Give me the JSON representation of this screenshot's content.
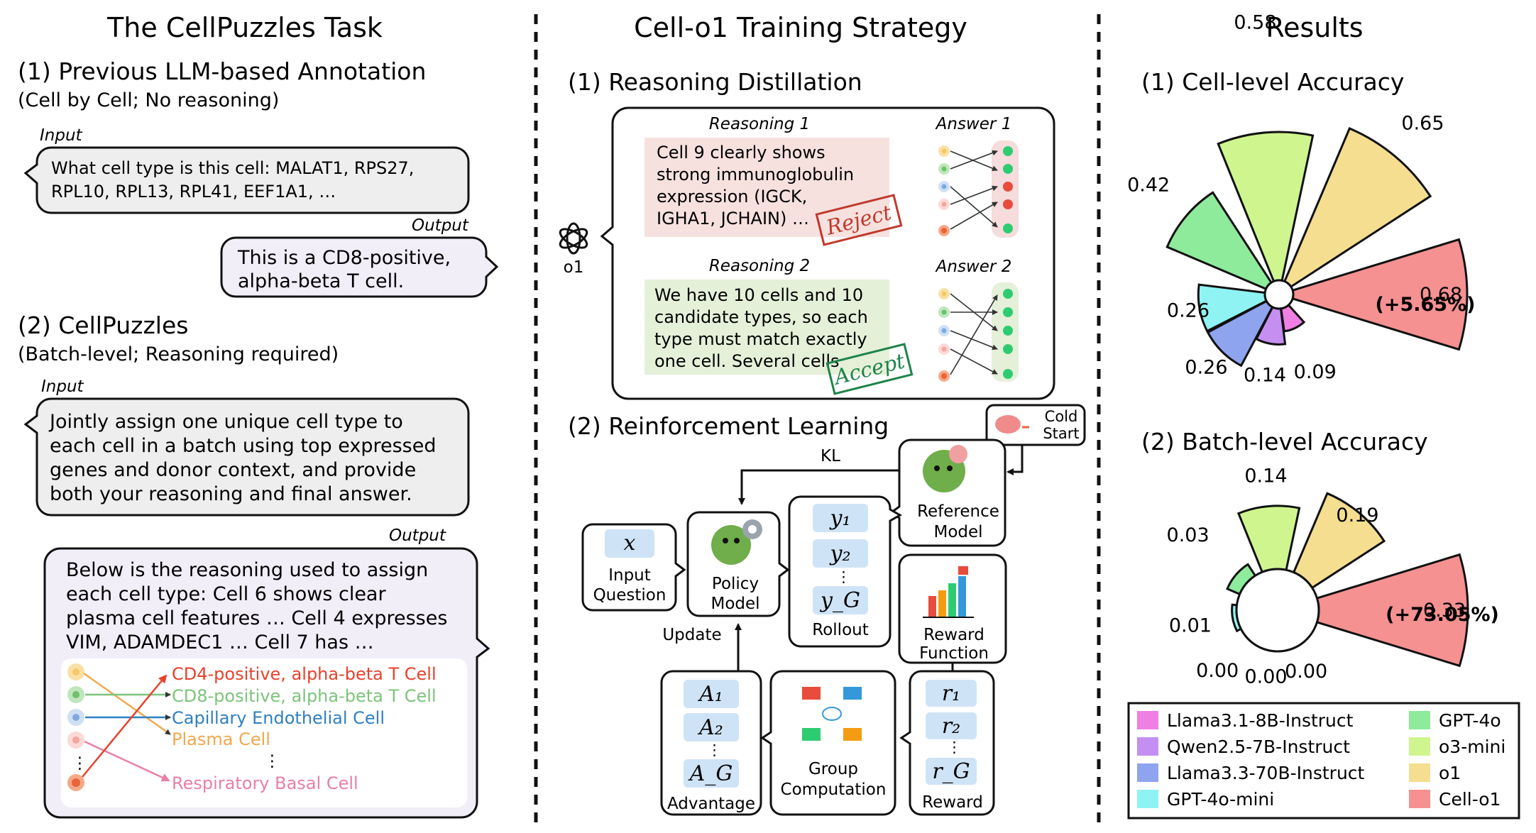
{
  "left": {
    "title": "The CellPuzzles Task",
    "prev_heading": "(1) Previous LLM-based Annotation",
    "prev_sub": "(Cell by Cell; No reasoning)",
    "input_label": "Input",
    "prev_input": [
      "What cell type is this cell: MALAT1, RPS27,",
      "RPL10, RPL13, RPL41, EEF1A1, …"
    ],
    "output_label": "Output",
    "prev_output": [
      "This is a CD8-positive,",
      "alpha-beta T cell."
    ],
    "cp_heading": "(2) CellPuzzles",
    "cp_sub": "(Batch-level; Reasoning required)",
    "cp_input": [
      "Jointly assign one unique cell type to",
      "each cell in a batch using top expressed",
      "genes and donor context, and provide",
      "both your reasoning and final answer."
    ],
    "cp_output": [
      "Below is the reasoning used to assign",
      "each cell type: Cell 6 shows clear",
      "plasma cell features … Cell 4 expresses",
      "VIM, ADAMDEC1 … Cell 7 has …"
    ],
    "cell_types": [
      {
        "text": "CD4-positive, alpha-beta T Cell",
        "color": "#e8412c"
      },
      {
        "text": "CD8-positive, alpha-beta T Cell",
        "color": "#7cc47a"
      },
      {
        "text": "Capillary Endothelial Cell",
        "color": "#2f7fc1"
      },
      {
        "text": "Plasma Cell",
        "color": "#f2a84e"
      },
      {
        "text": "Respiratory Basal Cell",
        "color": "#e87fa6"
      }
    ],
    "ellipsis": "⋮"
  },
  "middle": {
    "title": "Cell-o1 Training Strategy",
    "rd_heading": "(1) Reasoning Distillation",
    "o1_label": "o1",
    "reasoning1_label": "Reasoning 1",
    "answer1_label": "Answer 1",
    "reasoning1": [
      "Cell 9 clearly shows",
      "strong immunoglobulin",
      "expression (IGCK,",
      "IGHA1, JCHAIN) …"
    ],
    "reject": "Reject",
    "reasoning2_label": "Reasoning 2",
    "answer2_label": "Answer 2",
    "reasoning2": [
      "We have 10 cells and 10",
      "candidate types, so each",
      "type must match exactly",
      "one cell. Several cells"
    ],
    "accept": "Accept",
    "rl_heading": "(2) Reinforcement Learning",
    "cold_start": [
      "Cold",
      "Start"
    ],
    "kl": "KL",
    "reference_model": [
      "Reference",
      "Model"
    ],
    "input_question": [
      "Input",
      "Question"
    ],
    "x_symbol": "x",
    "policy_model": [
      "Policy",
      "Model"
    ],
    "rollout_items": [
      "y₁",
      "y₂",
      "y_G"
    ],
    "rollout": "Rollout",
    "reward_function": [
      "Reward",
      "Function"
    ],
    "update": "Update",
    "advantage_items": [
      "A₁",
      "A₂",
      "A_G"
    ],
    "advantage": "Advantage",
    "group_computation": [
      "Group",
      "Computation"
    ],
    "reward_items": [
      "r₁",
      "r₂",
      "r_G"
    ],
    "reward": "Reward"
  },
  "right": {
    "title": "Results",
    "cell_heading": "(1) Cell-level Accuracy",
    "batch_heading": "(2) Batch-level Accuracy",
    "cell_note": "(+5.65%)",
    "batch_note": "(+73.05%)"
  },
  "chart_data": [
    {
      "type": "polar-bar",
      "title": "(1) Cell-level Accuracy",
      "categories": [
        "Llama3.1-8B-Instruct",
        "Qwen2.5-7B-Instruct",
        "Llama3.3-70B-Instruct",
        "GPT-4o-mini",
        "GPT-4o",
        "o3-mini",
        "o1",
        "Cell-o1"
      ],
      "values": [
        0.09,
        0.14,
        0.26,
        0.26,
        0.42,
        0.58,
        0.65,
        0.68
      ],
      "labels": [
        "0.09",
        "0.14",
        "0.26",
        "0.26",
        "0.42",
        "0.58",
        "0.65",
        "0.68"
      ],
      "colors": [
        "#f07fe3",
        "#c58ff2",
        "#8ea4ee",
        "#8ff3f3",
        "#8deb9b",
        "#cff58f",
        "#f5de90",
        "#f59191"
      ]
    },
    {
      "type": "polar-bar",
      "title": "(2) Batch-level Accuracy",
      "categories": [
        "Llama3.1-8B-Instruct",
        "Qwen2.5-7B-Instruct",
        "Llama3.3-70B-Instruct",
        "GPT-4o-mini",
        "GPT-4o",
        "o3-mini",
        "o1",
        "Cell-o1"
      ],
      "values": [
        0.0,
        0.0,
        0.0,
        0.01,
        0.03,
        0.14,
        0.19,
        0.33
      ],
      "labels": [
        "0.00",
        "0.00",
        "0.00",
        "0.01",
        "0.03",
        "0.14",
        "0.19",
        "0.33"
      ],
      "colors": [
        "#f07fe3",
        "#c58ff2",
        "#8ea4ee",
        "#8ff3f3",
        "#8deb9b",
        "#cff58f",
        "#f5de90",
        "#f59191"
      ]
    }
  ],
  "legend": [
    {
      "name": "Llama3.1-8B-Instruct",
      "color": "#f07fe3"
    },
    {
      "name": "Qwen2.5-7B-Instruct",
      "color": "#c58ff2"
    },
    {
      "name": "Llama3.3-70B-Instruct",
      "color": "#8ea4ee"
    },
    {
      "name": "GPT-4o-mini",
      "color": "#8ff3f3"
    },
    {
      "name": "GPT-4o",
      "color": "#8deb9b"
    },
    {
      "name": "o3-mini",
      "color": "#cff58f"
    },
    {
      "name": "o1",
      "color": "#f5de90"
    },
    {
      "name": "Cell-o1",
      "color": "#f59191"
    }
  ]
}
